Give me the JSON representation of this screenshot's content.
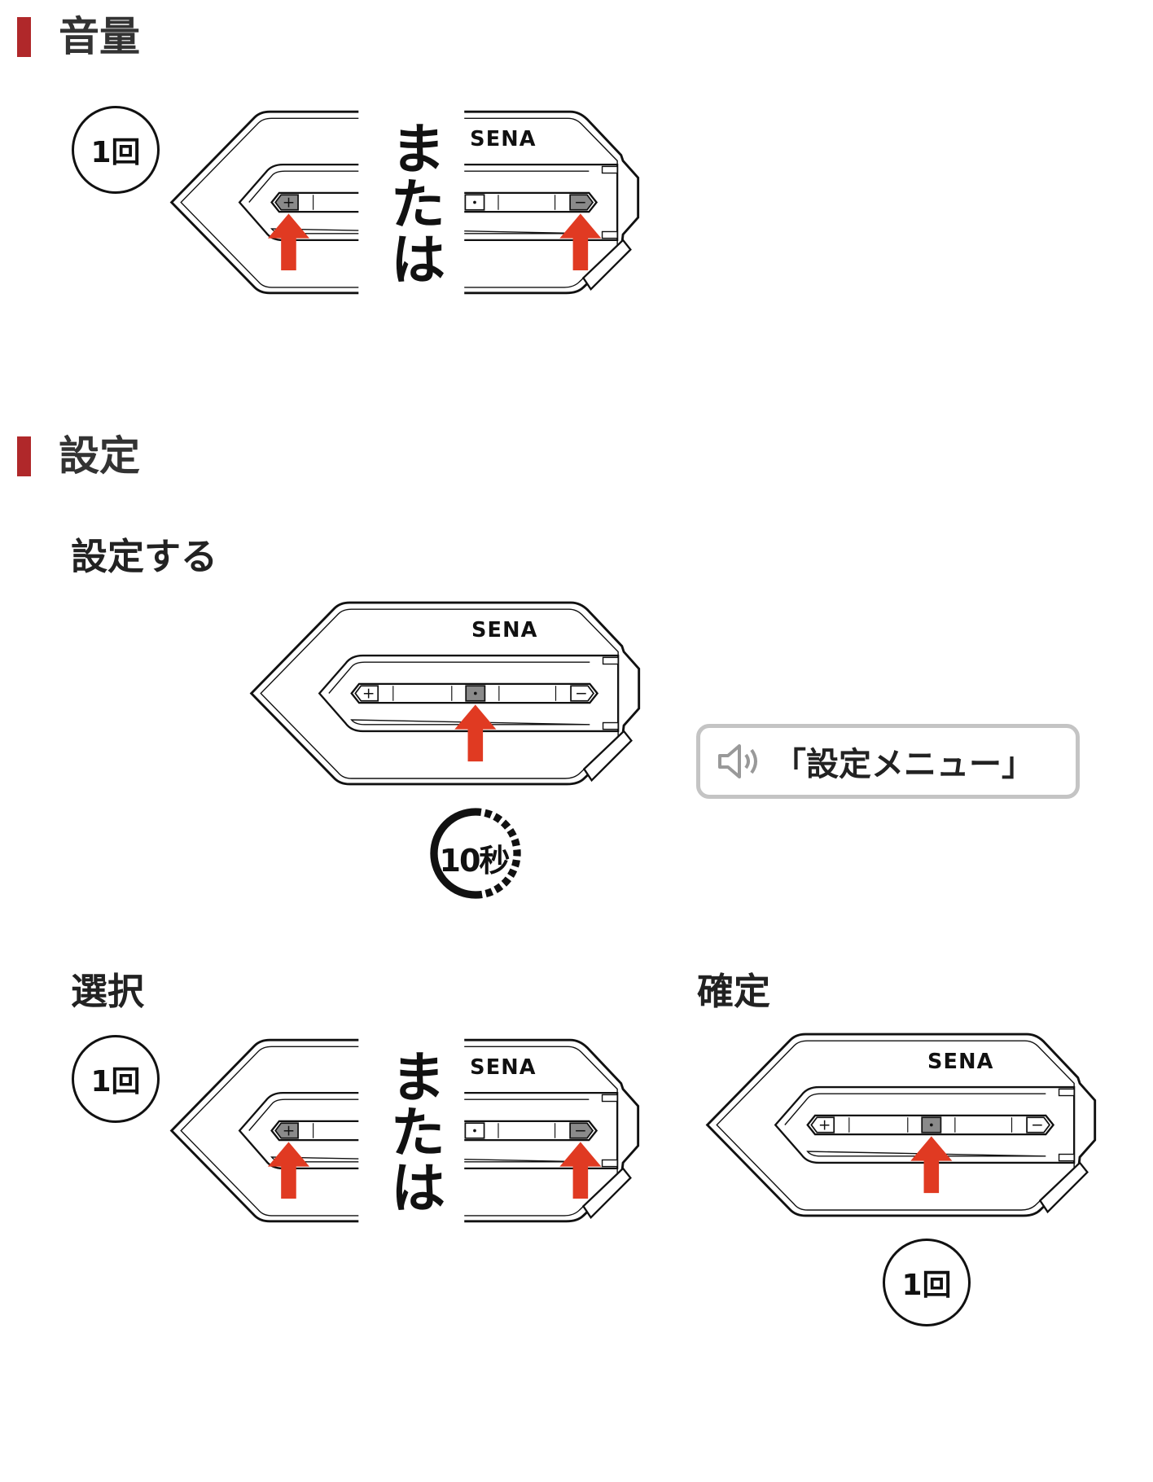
{
  "sections": {
    "volume": {
      "title": "音量",
      "count": "1回",
      "or": "または"
    },
    "settings": {
      "title": "設定",
      "enter": {
        "title": "設定する",
        "duration": "10秒",
        "voice_prompt": "「設定メニュー」"
      },
      "select": {
        "title": "選択",
        "count": "1回",
        "or": "または"
      },
      "confirm": {
        "title": "確定",
        "count": "1回"
      }
    }
  },
  "device": {
    "brand": "SENA",
    "plus": "+",
    "minus": "−"
  },
  "colors": {
    "accent": "#b0282a",
    "arrow": "#e03a22",
    "pressed": "#8a8a8a"
  }
}
